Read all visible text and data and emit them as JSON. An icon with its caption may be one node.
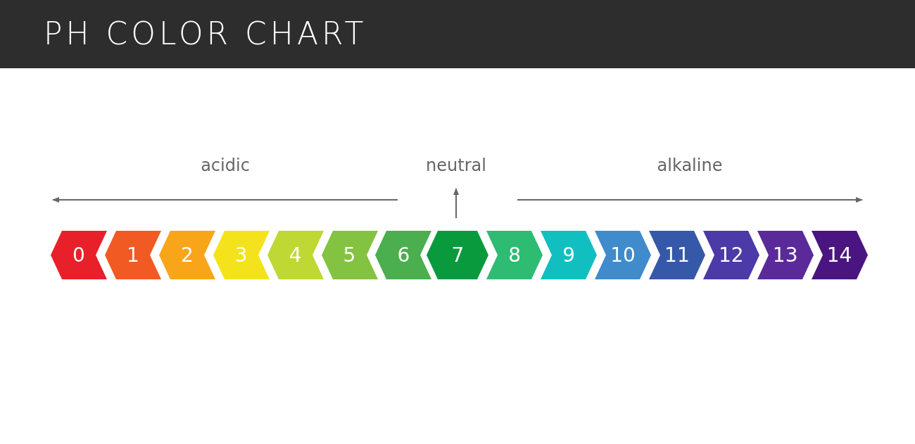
{
  "diagram": {
    "title": "PH COLOR CHART",
    "nodes": [
      {
        "text": [
          "0"
        ]
      },
      {
        "text": [
          "1"
        ]
      },
      {
        "text": [
          "2"
        ]
      },
      {
        "text": [
          "3"
        ]
      },
      {
        "text": [
          "4"
        ]
      },
      {
        "text": [
          "5"
        ]
      },
      {
        "text": [
          "6"
        ]
      },
      {
        "text": [
          "7"
        ]
      },
      {
        "text": [
          "8"
        ]
      },
      {
        "text": [
          "9"
        ]
      },
      {
        "text": [
          "10"
        ]
      },
      {
        "text": [
          "11"
        ]
      },
      {
        "text": [
          "12"
        ]
      },
      {
        "text": [
          "13"
        ]
      },
      {
        "text": [
          "14"
        ]
      }
    ],
    "labels": [
      "acidic",
      "neutral",
      "alkaline"
    ]
  }
}
